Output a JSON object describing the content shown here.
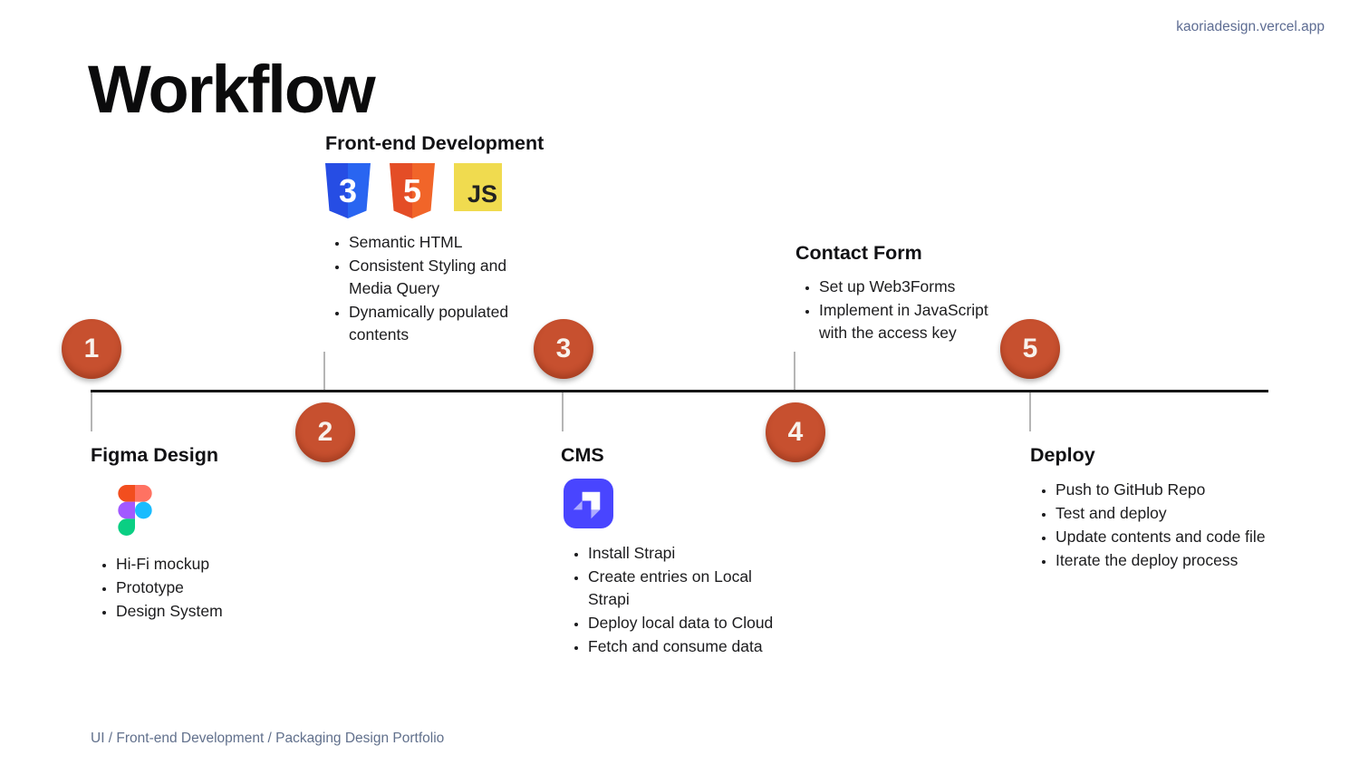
{
  "header": {
    "site_link": "kaoriadesign.vercel.app",
    "title": "Workflow"
  },
  "steps": [
    {
      "number": "1",
      "label": "Figma Design",
      "side": "below",
      "icons": [
        "figma-icon"
      ],
      "bullets": [
        "Hi-Fi mockup",
        "Prototype",
        "Design System"
      ]
    },
    {
      "number": "2",
      "label": "Front-end Development",
      "side": "above",
      "icons": [
        "css3-icon",
        "html5-icon",
        "javascript-icon"
      ],
      "bullets": [
        "Semantic HTML",
        "Consistent Styling and Media Query",
        "Dynamically populated contents"
      ]
    },
    {
      "number": "3",
      "label": "CMS",
      "side": "below",
      "icons": [
        "strapi-icon"
      ],
      "bullets": [
        "Install Strapi",
        "Create entries on Local Strapi",
        "Deploy local data to Cloud",
        "Fetch and consume data"
      ]
    },
    {
      "number": "4",
      "label": "Contact Form",
      "side": "above",
      "icons": [],
      "bullets": [
        "Set up Web3Forms",
        "Implement in JavaScript with the access key"
      ]
    },
    {
      "number": "5",
      "label": "Deploy",
      "side": "below",
      "icons": [],
      "bullets": [
        "Push to GitHub Repo",
        "Test and deploy",
        "Update contents and code file",
        "Iterate the deploy process"
      ]
    }
  ],
  "icon_labels": {
    "css3": "3",
    "html5": "5",
    "javascript": "JS"
  },
  "footer": {
    "breadcrumb": "UI / Front-end Development / Packaging Design Portfolio"
  },
  "colors": {
    "accent_circle": "#c7502f",
    "timeline_line": "#161616",
    "tick": "#b5b5b5",
    "link_text": "#5e6d93",
    "css3": "#264de4",
    "html5": "#e44d26",
    "javascript": "#f0db4f",
    "strapi": "#4945ff",
    "figma_red": "#f24e1e",
    "figma_salmon": "#ff7262",
    "figma_purple": "#a259ff",
    "figma_blue": "#1abcfe",
    "figma_green": "#0acf83"
  }
}
